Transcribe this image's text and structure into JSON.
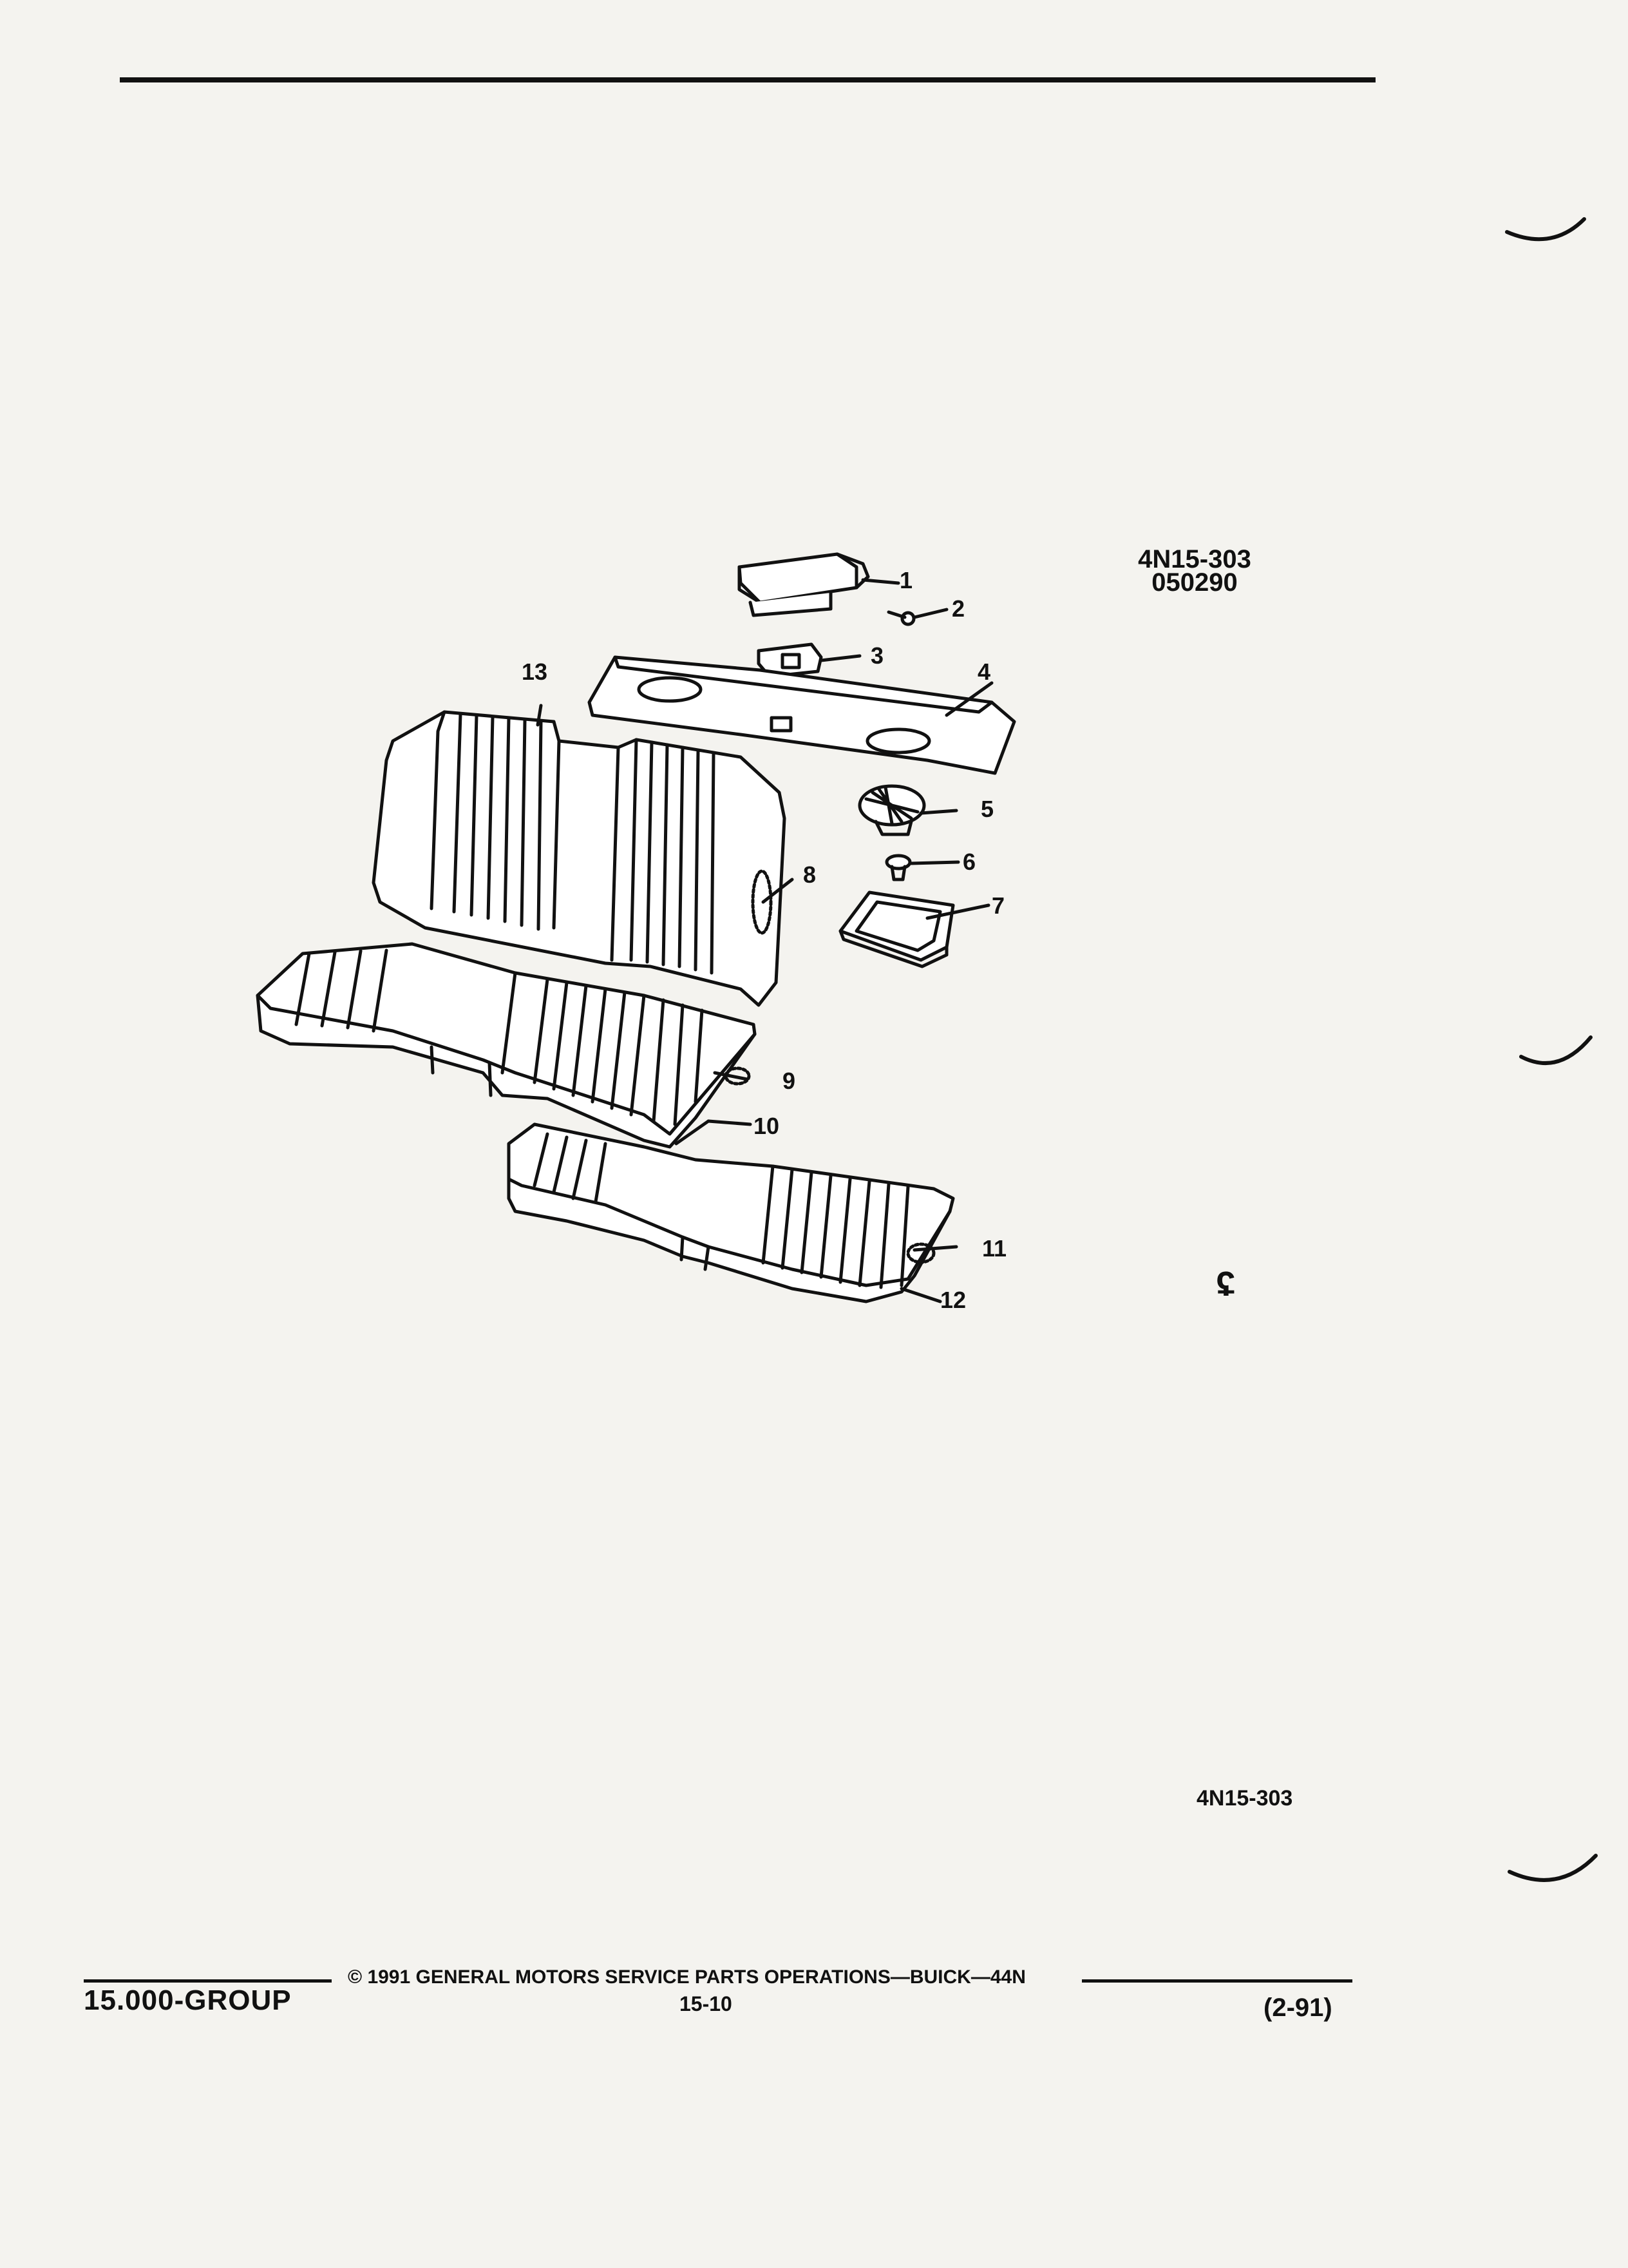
{
  "document": {
    "figure_ref": [
      "4N15-303",
      "050290"
    ],
    "figure_ref_bottom": "4N15-303",
    "callouts": [
      "1",
      "2",
      "3",
      "4",
      "5",
      "6",
      "7",
      "8",
      "9",
      "10",
      "11",
      "12",
      "13"
    ],
    "footer": {
      "group": "15.000-GROUP",
      "copyright": "© 1991 GENERAL MOTORS SERVICE PARTS OPERATIONS—BUICK—44N",
      "page": "15-10",
      "date": "(2-91)"
    },
    "corner_mark": "ʢ"
  }
}
